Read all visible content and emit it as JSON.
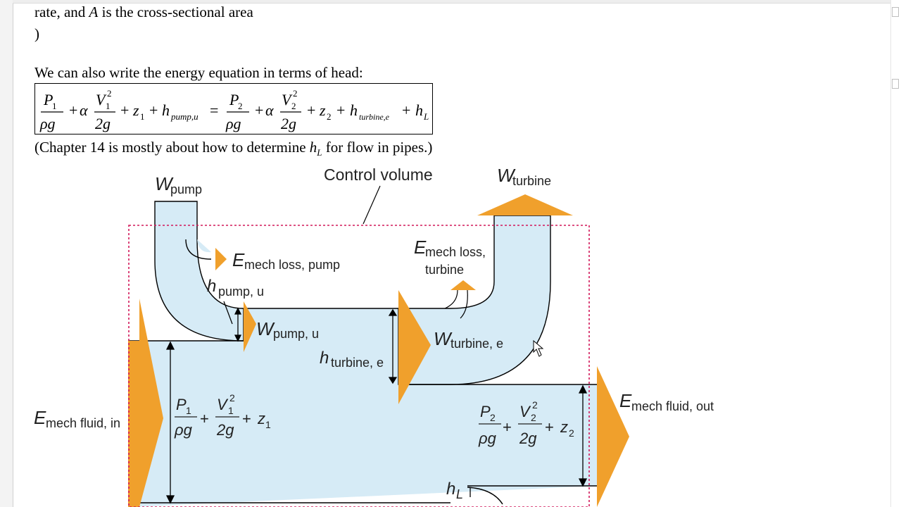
{
  "text": {
    "line1": "rate, and A is the cross-sectional area",
    "line1_a": "rate, and ",
    "line1_var": "A",
    "line1_b": " is the cross-sectional area",
    "line2": ")",
    "line3": "We can also write the energy equation in terms of head:",
    "line4_a": "(Chapter 14 is mostly about how to determine ",
    "line4_var": "h",
    "line4_sub": "L",
    "line4_b": " for flow in pipes.)"
  },
  "equation": {
    "P1": "P",
    "s1": "1",
    "rho_g": "ρg",
    "plus": "+",
    "alpha": "α",
    "V1": "V",
    "sq": "2",
    "two_g": "2g",
    "z1": "z",
    "h_pump": "h",
    "pump_sub": "pump,u",
    "equals": "=",
    "P2": "P",
    "s2": "2",
    "V2": "V",
    "z2": "z",
    "h_turb": "h",
    "turb_sub": "turbine,e",
    "hL": "h",
    "L_sub": "L"
  },
  "diagram": {
    "control_volume": "Control volume",
    "w_pump": "W",
    "w_pump_sub": "pump",
    "w_turbine": "W",
    "w_turbine_sub": "turbine",
    "e_mech_loss_pump": "E",
    "e_mech_loss_pump_sub": "mech loss, pump",
    "e_mech_loss_turbine": "E",
    "e_mech_loss_turbine_sub": "mech loss,",
    "e_mech_loss_turbine_sub2": "turbine",
    "h_pump_u": "h",
    "h_pump_u_sub": "pump, u",
    "w_pump_u": "W",
    "w_pump_u_sub": "pump, u",
    "h_turbine_e": "h",
    "h_turbine_e_sub": "turbine, e",
    "w_turbine_e": "W",
    "w_turbine_e_sub": "turbine, e",
    "e_mech_fluid_in": "E",
    "e_mech_fluid_in_sub": "mech fluid, in",
    "e_mech_fluid_out": "E",
    "e_mech_fluid_out_sub": "mech fluid, out",
    "h_L": "h",
    "h_L_sub": "L",
    "eq_left_P": "P",
    "eq_left_1": "1",
    "eq_left_rhog": "ρg",
    "eq_left_plus": "+",
    "eq_left_V": "V",
    "eq_left_2": "2",
    "eq_left_2g": "2g",
    "eq_left_z": "z",
    "eq_right_P": "P",
    "eq_right_2": "2",
    "eq_right_rhog": "ρg",
    "eq_right_plus": "+",
    "eq_right_V": "V",
    "eq_right_2g": "2g",
    "eq_right_z": "z"
  },
  "colors": {
    "fluid": "#d6ebf6",
    "arrow": "#f0a02c",
    "control_volume": "#d2185a"
  }
}
